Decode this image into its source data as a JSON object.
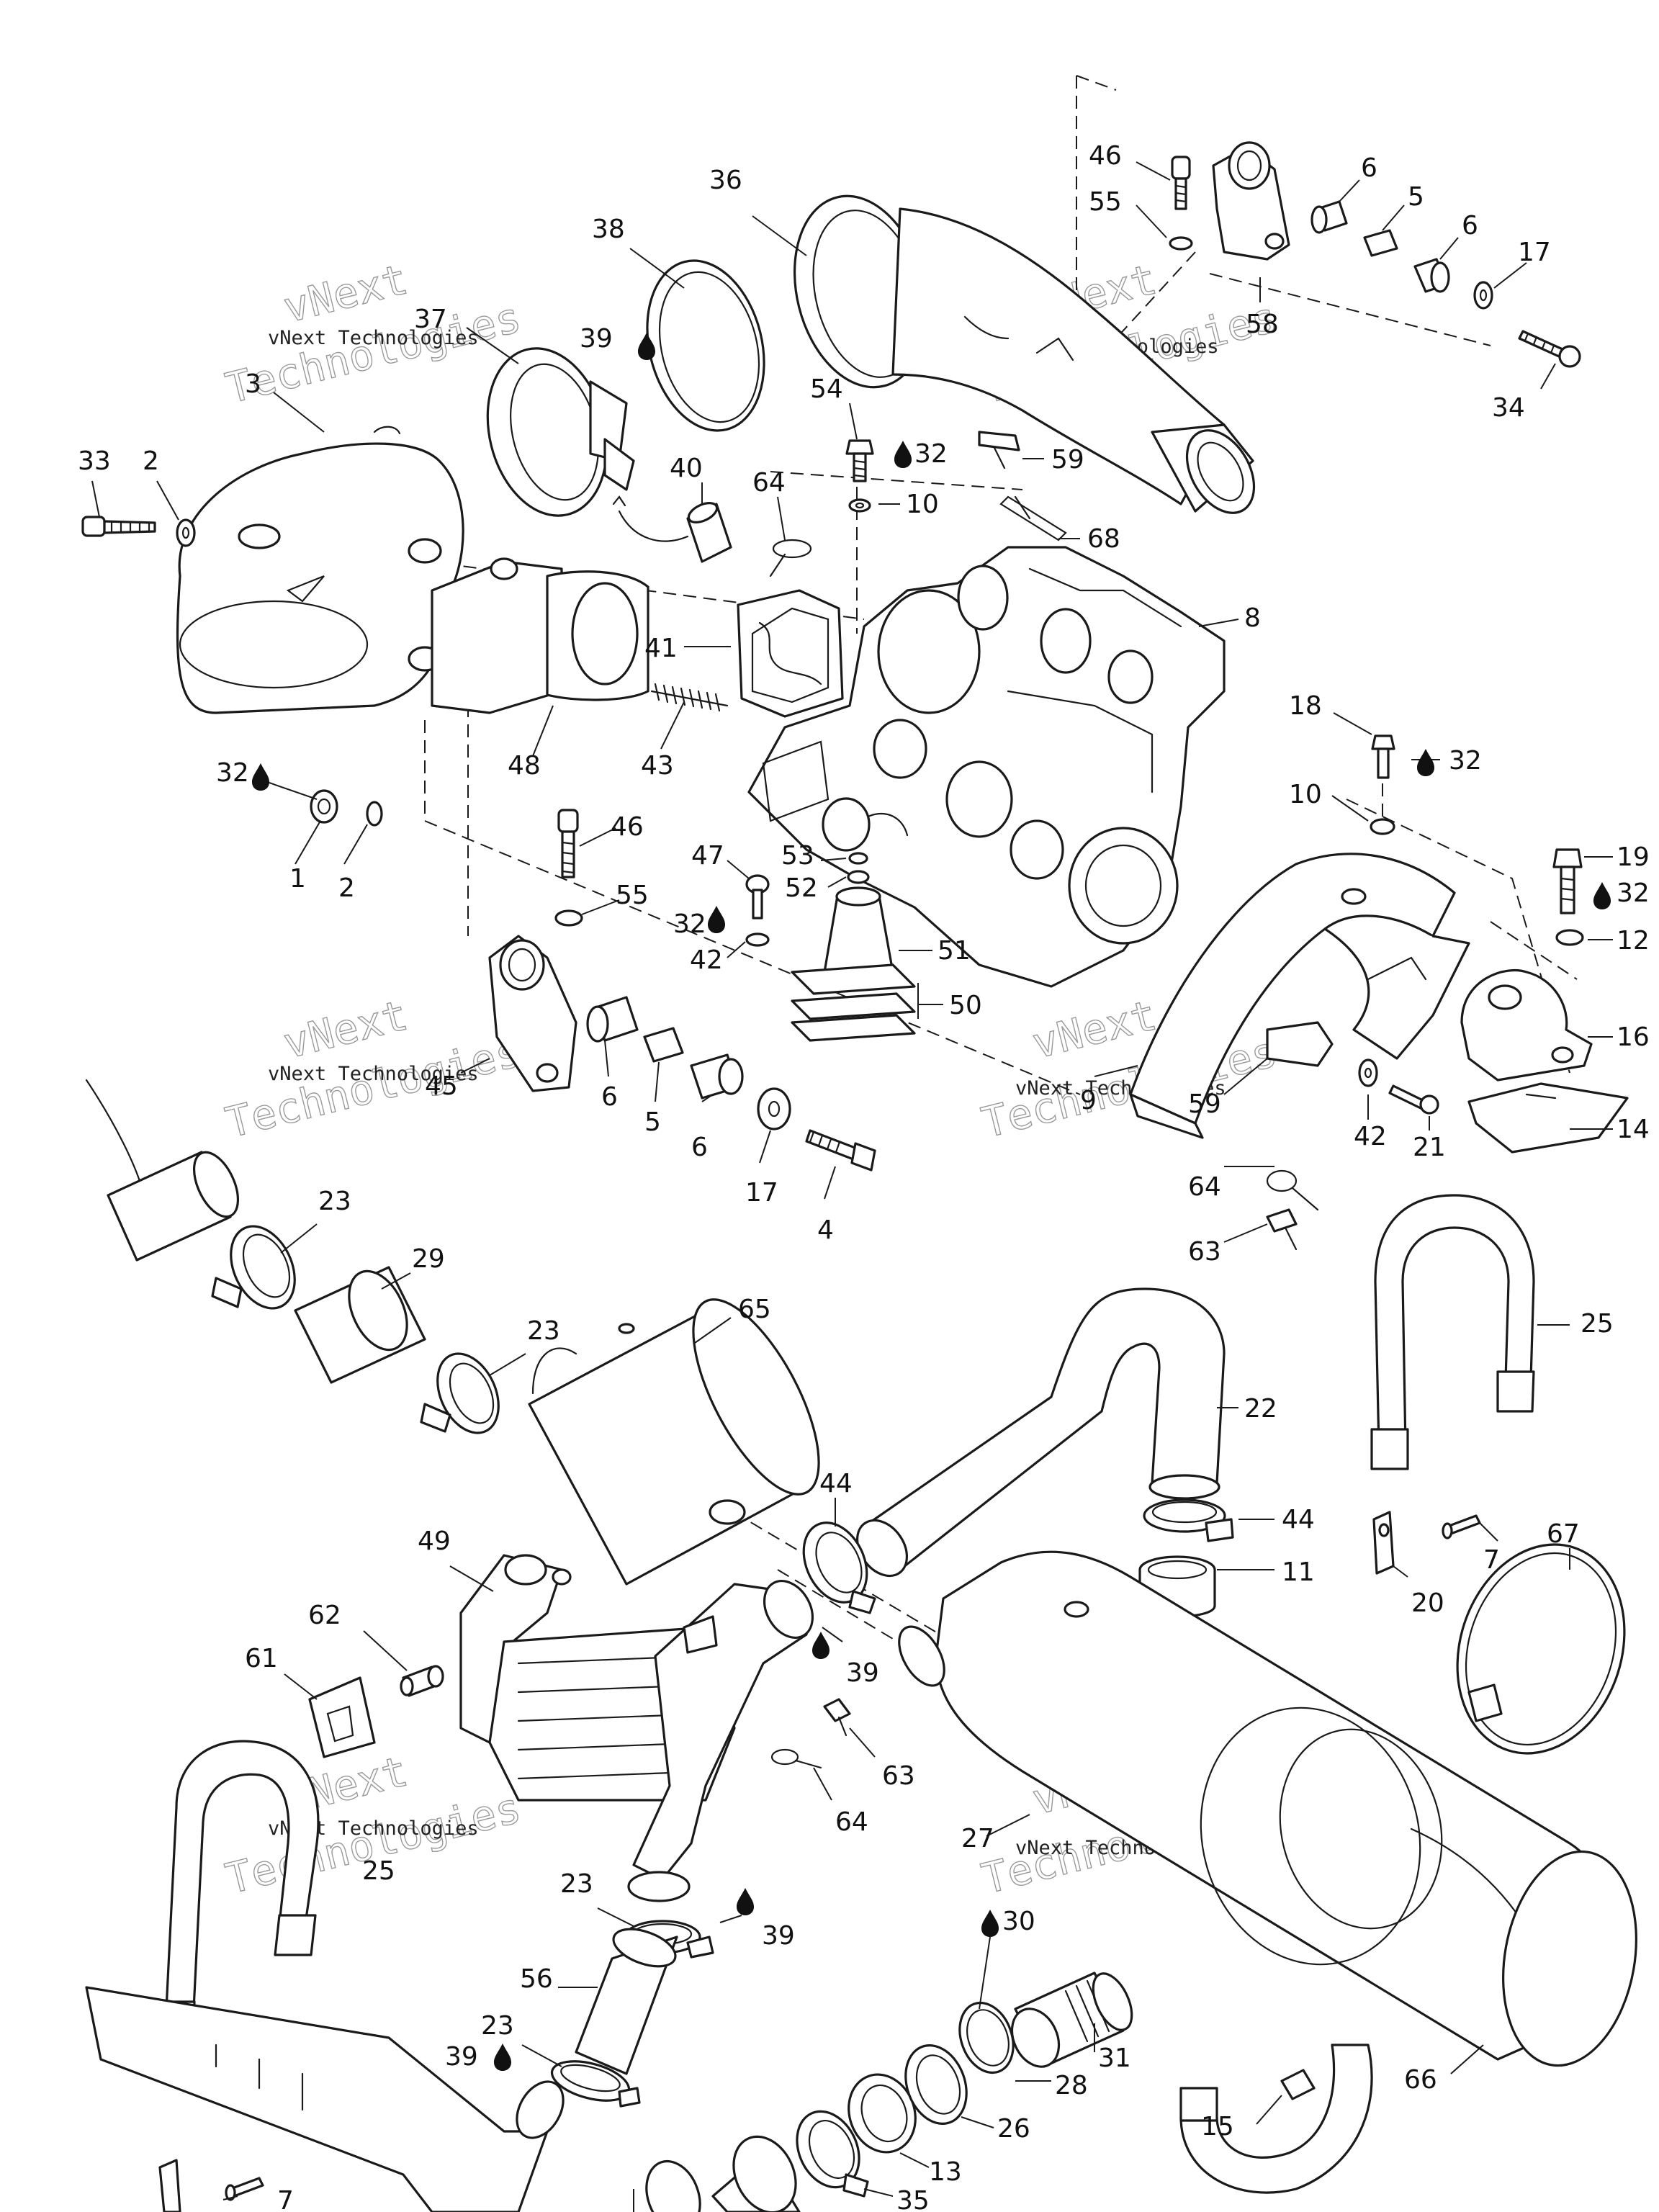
{
  "watermark": {
    "line1": "vNext",
    "line2": "Technologies",
    "small": "vNext Technologies"
  },
  "callouts": [
    "1",
    "2",
    "3",
    "4",
    "5",
    "6",
    "7",
    "8",
    "9",
    "10",
    "11",
    "12",
    "13",
    "14",
    "15",
    "16",
    "17",
    "18",
    "19",
    "20",
    "21",
    "22",
    "23",
    "25",
    "26",
    "27",
    "28",
    "29",
    "30",
    "31",
    "32",
    "33",
    "34",
    "35",
    "36",
    "37",
    "38",
    "39",
    "40",
    "41",
    "42",
    "43",
    "44",
    "45",
    "46",
    "47",
    "48",
    "49",
    "50",
    "51",
    "52",
    "53",
    "54",
    "55",
    "56",
    "58",
    "59",
    "61",
    "62",
    "63",
    "64",
    "65",
    "66",
    "67",
    "68"
  ],
  "grease_mark": "drop-icon"
}
